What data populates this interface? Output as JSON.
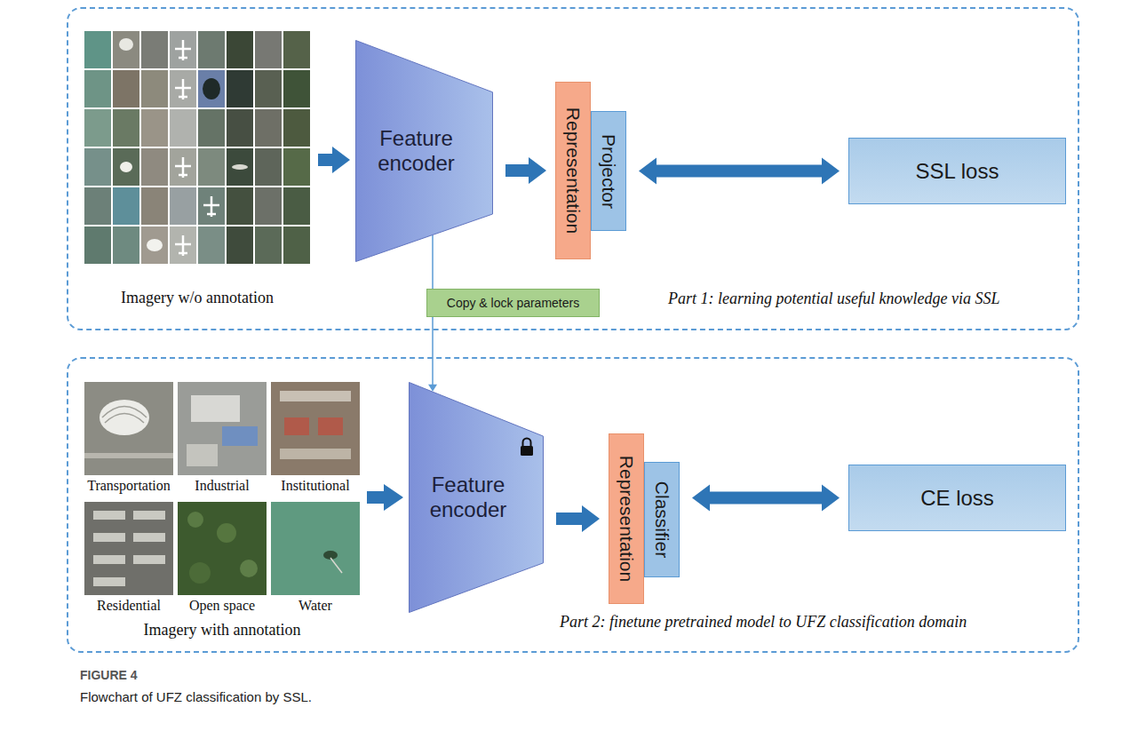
{
  "diagram": {
    "caption": "Flowchart of UFZ classification by SSL.",
    "nodes": [
      {
        "text": [
          "Part 1: learning potential useful knowledge via SSL"
        ]
      },
      {
        "text": [
          "Feature encoder"
        ],
        "in": 0
      },
      {
        "text": [
          "Representation"
        ],
        "in": 0
      },
      {
        "text": [
          "Projector"
        ],
        "in": 0
      },
      {
        "text": [
          "SSL loss"
        ],
        "in": 0
      },
      {
        "text": [
          "Copy & lock parameters"
        ],
        "in": 0
      },
      {
        "text": [
          "Part 2: finetune pretrained model to UFZ classification domain"
        ]
      },
      {
        "text": [
          "Feature encoder"
        ],
        "in": 6
      },
      {
        "text": [
          "Representation"
        ],
        "in": 6
      },
      {
        "text": [
          "Classifier"
        ],
        "in": 6
      },
      {
        "text": [
          "CE loss"
        ],
        "in": 6
      }
    ],
    "edges": [
      {
        "from": 1,
        "to": 2,
        "arrow": "to"
      },
      {
        "from": 3,
        "to": 4,
        "arrow": "both"
      },
      {
        "from": 1,
        "to": 5,
        "arrow": "none"
      },
      {
        "from": 5,
        "to": 7,
        "arrow": "to"
      },
      {
        "from": 7,
        "to": 8,
        "arrow": "to"
      },
      {
        "from": 9,
        "to": 10,
        "arrow": "both"
      }
    ],
    "labels": [
      "Imagery w/o annotation",
      "Transportation",
      "Industrial",
      "Institutional",
      "Residential",
      "Open space",
      "Water",
      "Imagery with annotation",
      "FIGURE 4"
    ]
  }
}
